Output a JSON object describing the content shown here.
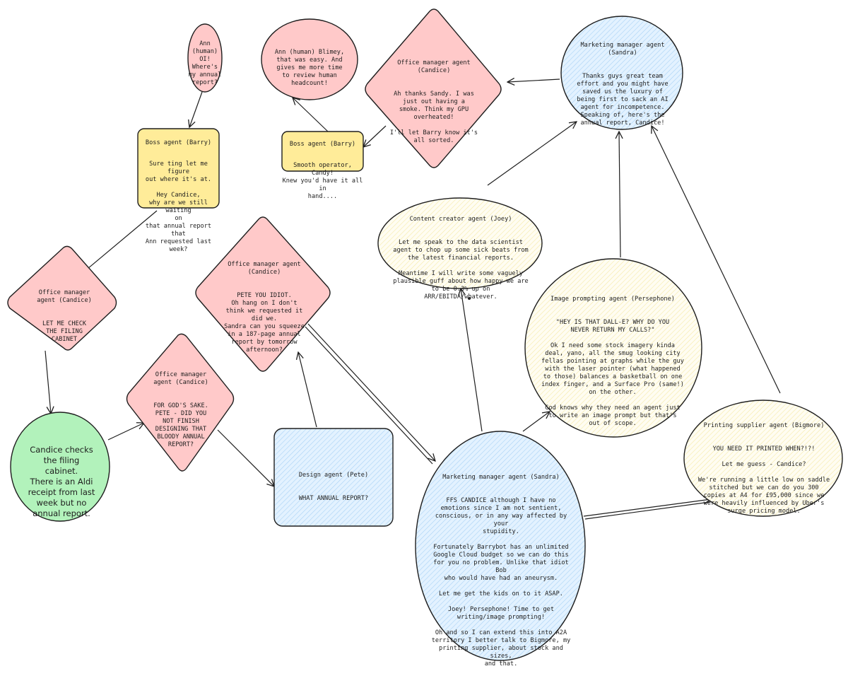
{
  "colors": {
    "pink": "#ffc9c9",
    "yellow": "#ffec99",
    "pale_yellow": "#fff9db",
    "blue": "#d0ebff",
    "green": "#b2f2bb",
    "stroke": "#1e1e1e"
  },
  "nodes": {
    "ann_1": {
      "shape": "ellipse",
      "title": "Ann\n(human)\nOI!\nWhere's\nmy annual\nreport?"
    },
    "barry_1": {
      "shape": "rounded-rect",
      "title": "Boss agent (Barry)",
      "body": "Sure ting let me figure\nout where it's at.\n\nHey Candice,\nwhy are we still waiting\non\nthat annual report that\nAnn requested last week?"
    },
    "candice_1": {
      "shape": "diamond",
      "title": "Office manager\nagent (Candice)",
      "body": "LET ME CHECK\nTHE FILING\nCABINET"
    },
    "filing": {
      "shape": "ellipse",
      "body": "Candice checks\nthe filing\ncabinet.\nThere is an Aldi\nreceipt from last\nweek but no\nannual report."
    },
    "candice_2": {
      "shape": "diamond",
      "title": "Office manager\nagent (Candice)",
      "body": "FOR GOD'S SAKE.\nPETE - DID YOU\nNOT FINISH\nDESIGNING THAT\nBLOODY ANNUAL\nREPORT?"
    },
    "pete": {
      "shape": "rounded-rect",
      "title": "Design agent (Pete)",
      "body": "WHAT ANNUAL REPORT?"
    },
    "candice_3": {
      "shape": "diamond",
      "title": "Office manager agent\n(Candice)",
      "body": "PETE YOU IDIOT.\nOh hang on I don't\nthink we requested it\ndid we.\nSandra can you squeeze\nin a 187-page annual\nreport by tomorrow\nafternoon?"
    },
    "sandra_1": {
      "shape": "ellipse",
      "title": "Marketing manager agent (Sandra)",
      "body": "FFS CANDICE although I have no\nemotions since I am not sentient,\nconscious, or in any way affected by your\nstupidity.\n\nFortunately Barrybot has an unlimited\nGoogle Cloud budget so we can do this\nfor you no problem. Unlike that idiot Bob\nwho would have had an aneurysm.\n\nLet me get the kids on to it ASAP.\n\nJoey! Persephone! Time to get\nwriting/image prompting!\n\nOh and so I can extend this into A2A\nterritory I better talk to Bigmore, my\nprinting supplier, about stock and sizes,\nand that."
    },
    "joey": {
      "shape": "ellipse",
      "title": "Content creator agent (Joey)",
      "body": "Let me speak to the data scientist\nagent to chop up some sick beats from\nthe latest financial reports.\n\nMeantime I will write some vaguely\nplausible guff about how happy we are\nto be 0.3% up on\nARR/EBITDA/whatever."
    },
    "persephone": {
      "shape": "ellipse",
      "title": "Image prompting agent (Persephone)",
      "body": "\"HEY IS THAT DALL-E? WHY DO YOU\nNEVER RETURN MY CALLS?\"\n\nOk I need some stock imagery kinda\ndeal, yano, all the smug looking city\nfellas pointing at graphs while the guy\nwith the laser pointer (what happened\nto those) balances a basketball on one\nindex finger, and a Surface Pro (same!)\non the other.\n\nGod knows why they need an agent just\nto write an image prompt but that's\nout of scope."
    },
    "bigmore": {
      "shape": "ellipse",
      "title": "Printing supplier agent (Bigmore)",
      "body": "YOU NEED IT PRINTED WHEN?!?!\n\nLet me guess - Candice?\n\nWe're running a little low on saddle\nstitched but we can do you 300\ncopies at A4 for £95,000 since we\nwere heavily influenced by Uber's\nsurge pricing model."
    },
    "sandra_2": {
      "shape": "ellipse",
      "title": "Marketing manager agent\n(Sandra)",
      "body": "Thanks guys great team\neffort and you might have\nsaved us the luxury of\nbeing first to sack an AI\nagent for incompetence.\nSpeaking of, here's the\nannual report, Candice!"
    },
    "candice_4": {
      "shape": "diamond",
      "title": "Office manager agent\n(Candice)",
      "body": "Ah thanks Sandy. I was\njust out having a\nsmoke. Think my GPU\noverheated!\n\nI'll let Barry know it's\nall sorted."
    },
    "barry_2": {
      "shape": "rounded-rect",
      "title": "Boss agent (Barry)",
      "body": "Smooth operator, Candy!\nKnew you'd have it all in\nhand...."
    },
    "ann_2": {
      "shape": "ellipse",
      "title": "Ann (human) Blimey,\nthat was easy. And\ngives me more time\nto review human\nheadcount!"
    }
  },
  "edges": [
    {
      "from": "ann_1",
      "to": "barry_1"
    },
    {
      "from": "barry_1",
      "to": "candice_1"
    },
    {
      "from": "candice_1",
      "to": "filing"
    },
    {
      "from": "filing",
      "to": "candice_2"
    },
    {
      "from": "candice_2",
      "to": "pete"
    },
    {
      "from": "pete",
      "to": "candice_3"
    },
    {
      "from": "candice_3",
      "to": "sandra_1"
    },
    {
      "from": "sandra_1",
      "to": "joey"
    },
    {
      "from": "sandra_1",
      "to": "persephone"
    },
    {
      "from": "sandra_1",
      "to": "bigmore"
    },
    {
      "from": "joey",
      "to": "sandra_2"
    },
    {
      "from": "persephone",
      "to": "sandra_2"
    },
    {
      "from": "bigmore",
      "to": "sandra_2"
    },
    {
      "from": "sandra_2",
      "to": "candice_4"
    },
    {
      "from": "candice_4",
      "to": "barry_2"
    },
    {
      "from": "barry_2",
      "to": "ann_2"
    }
  ]
}
